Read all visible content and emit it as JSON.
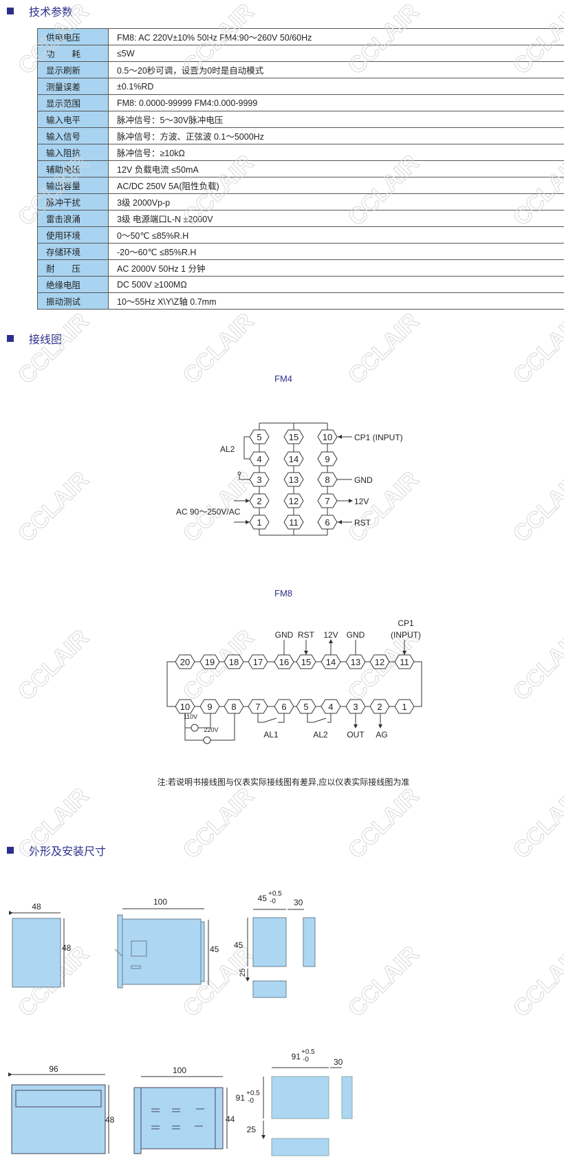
{
  "sections": {
    "tech": "技术参数",
    "wiring": "接线图",
    "dims": "外形及安装尺寸"
  },
  "spec_rows": [
    {
      "k": "供电电压",
      "v": "FM8: AC 220V±10% 50Hz      FM4:90～260V 50/60Hz"
    },
    {
      "k": "功　　耗",
      "v": "≤5W"
    },
    {
      "k": "显示刷新",
      "v": "0.5～20秒可调，设置为0时是自动模式"
    },
    {
      "k": "测量误差",
      "v": "±0.1%RD"
    },
    {
      "k": "显示范围",
      "v": "FM8: 0.0000-99999   FM4:0.000-9999"
    },
    {
      "k": "输入电平",
      "v": "脉冲信号：5～30V脉冲电压"
    },
    {
      "k": "输入信号",
      "v": "脉冲信号：方波、正弦波  0.1～5000Hz"
    },
    {
      "k": "输入阻抗",
      "v": "脉冲信号：≥10kΩ"
    },
    {
      "k": "辅助电压",
      "v": "12V 负载电流  ≤50mA"
    },
    {
      "k": "输出容量",
      "v": "AC/DC  250V    5A(阻性负载)"
    },
    {
      "k": "脉冲干扰",
      "v": "3级   2000Vp-p"
    },
    {
      "k": "雷击浪涌",
      "v": "3级   电源端口L-N  ±2000V"
    },
    {
      "k": "使用环境",
      "v": "0～50℃ ≤85%R.H"
    },
    {
      "k": "存储环境",
      "v": "-20～60℃ ≤85%R.H"
    },
    {
      "k": "耐　　压",
      "v": "AC  2000V   50Hz   1 分钟"
    },
    {
      "k": "绝缘电阻",
      "v": "DC 500V ≥100MΩ"
    },
    {
      "k": "振动测试",
      "v": "10～55Hz   X\\Y\\Z轴  0.7mm"
    }
  ],
  "fm4": {
    "title": "FM4",
    "cp1": "CP1 (INPUT)",
    "al2": "AL2",
    "gnd": "GND",
    "v12": "12V",
    "rst": "RST",
    "ac": "AC 90～250V/AC",
    "cols": [
      [
        "5",
        "4",
        "3",
        "2",
        "1"
      ],
      [
        "15",
        "14",
        "13",
        "12",
        "11"
      ],
      [
        "10",
        "9",
        "8",
        "7",
        "6"
      ]
    ]
  },
  "fm8": {
    "title": "FM8",
    "top": [
      "20",
      "19",
      "18",
      "17",
      "16",
      "15",
      "14",
      "13",
      "12",
      "11"
    ],
    "bottom": [
      "10",
      "9",
      "8",
      "7",
      "6",
      "5",
      "4",
      "3",
      "2",
      "1"
    ],
    "gnd1": "GND",
    "rst": "RST",
    "v12": "12V",
    "gnd2": "GND",
    "cp1": "CP1",
    "input": "(INPUT)",
    "v110": "110V",
    "v220": "220V",
    "al1": "AL1",
    "al2": "AL2",
    "out": "OUT",
    "ag": "AG"
  },
  "note": "注:若说明书接线图与仪表实际接线图有差异,应以仪表实际接线图为准",
  "dims": {
    "d48w": "48",
    "d48h": "48",
    "d100a": "100",
    "d45": "45",
    "c45w": "45",
    "c45h": "45",
    "tol_p": "+0.5",
    "tol_m": "-0",
    "c30a": "30",
    "c25a": "25",
    "d96": "96",
    "d48b": "48",
    "d100b": "100",
    "d44": "44",
    "c91w": "91",
    "c91h": "91",
    "c30b": "30",
    "c25b": "25"
  },
  "watermark": "CCLAIR"
}
